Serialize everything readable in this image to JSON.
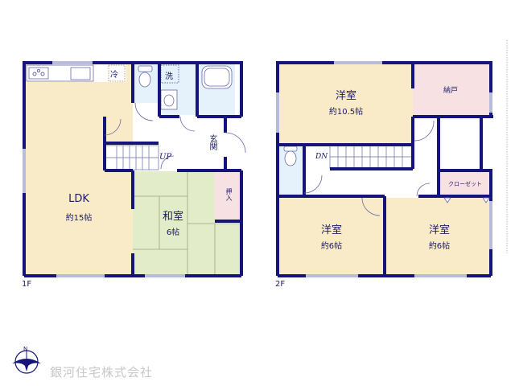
{
  "floor1": {
    "label": "1F",
    "rooms": {
      "ldk": {
        "name": "LDK",
        "size": "約15帖"
      },
      "washitsu": {
        "name": "和室",
        "size": "6帖"
      },
      "oshiire": "押入",
      "genkan": "玄関",
      "fridge": "冷",
      "washer": "洗",
      "stairs": "UP"
    }
  },
  "floor2": {
    "label": "2F",
    "rooms": {
      "western_large": {
        "name": "洋室",
        "size": "約10.5帖"
      },
      "nando": "納戸",
      "closet": "クローゼット",
      "western_left": {
        "name": "洋室",
        "size": "約6帖"
      },
      "western_right": {
        "name": "洋室",
        "size": "約6帖"
      },
      "stairs": "DN"
    }
  },
  "company": {
    "name": "銀河住宅株式会社",
    "compass": "N"
  },
  "colors": {
    "wall": "#14147a",
    "ldk": "#faebc8",
    "tatami": "#e3ecc9",
    "storage": "#f8e1e3",
    "wet": "#e5f1fb",
    "window": "#b9bcd9"
  }
}
